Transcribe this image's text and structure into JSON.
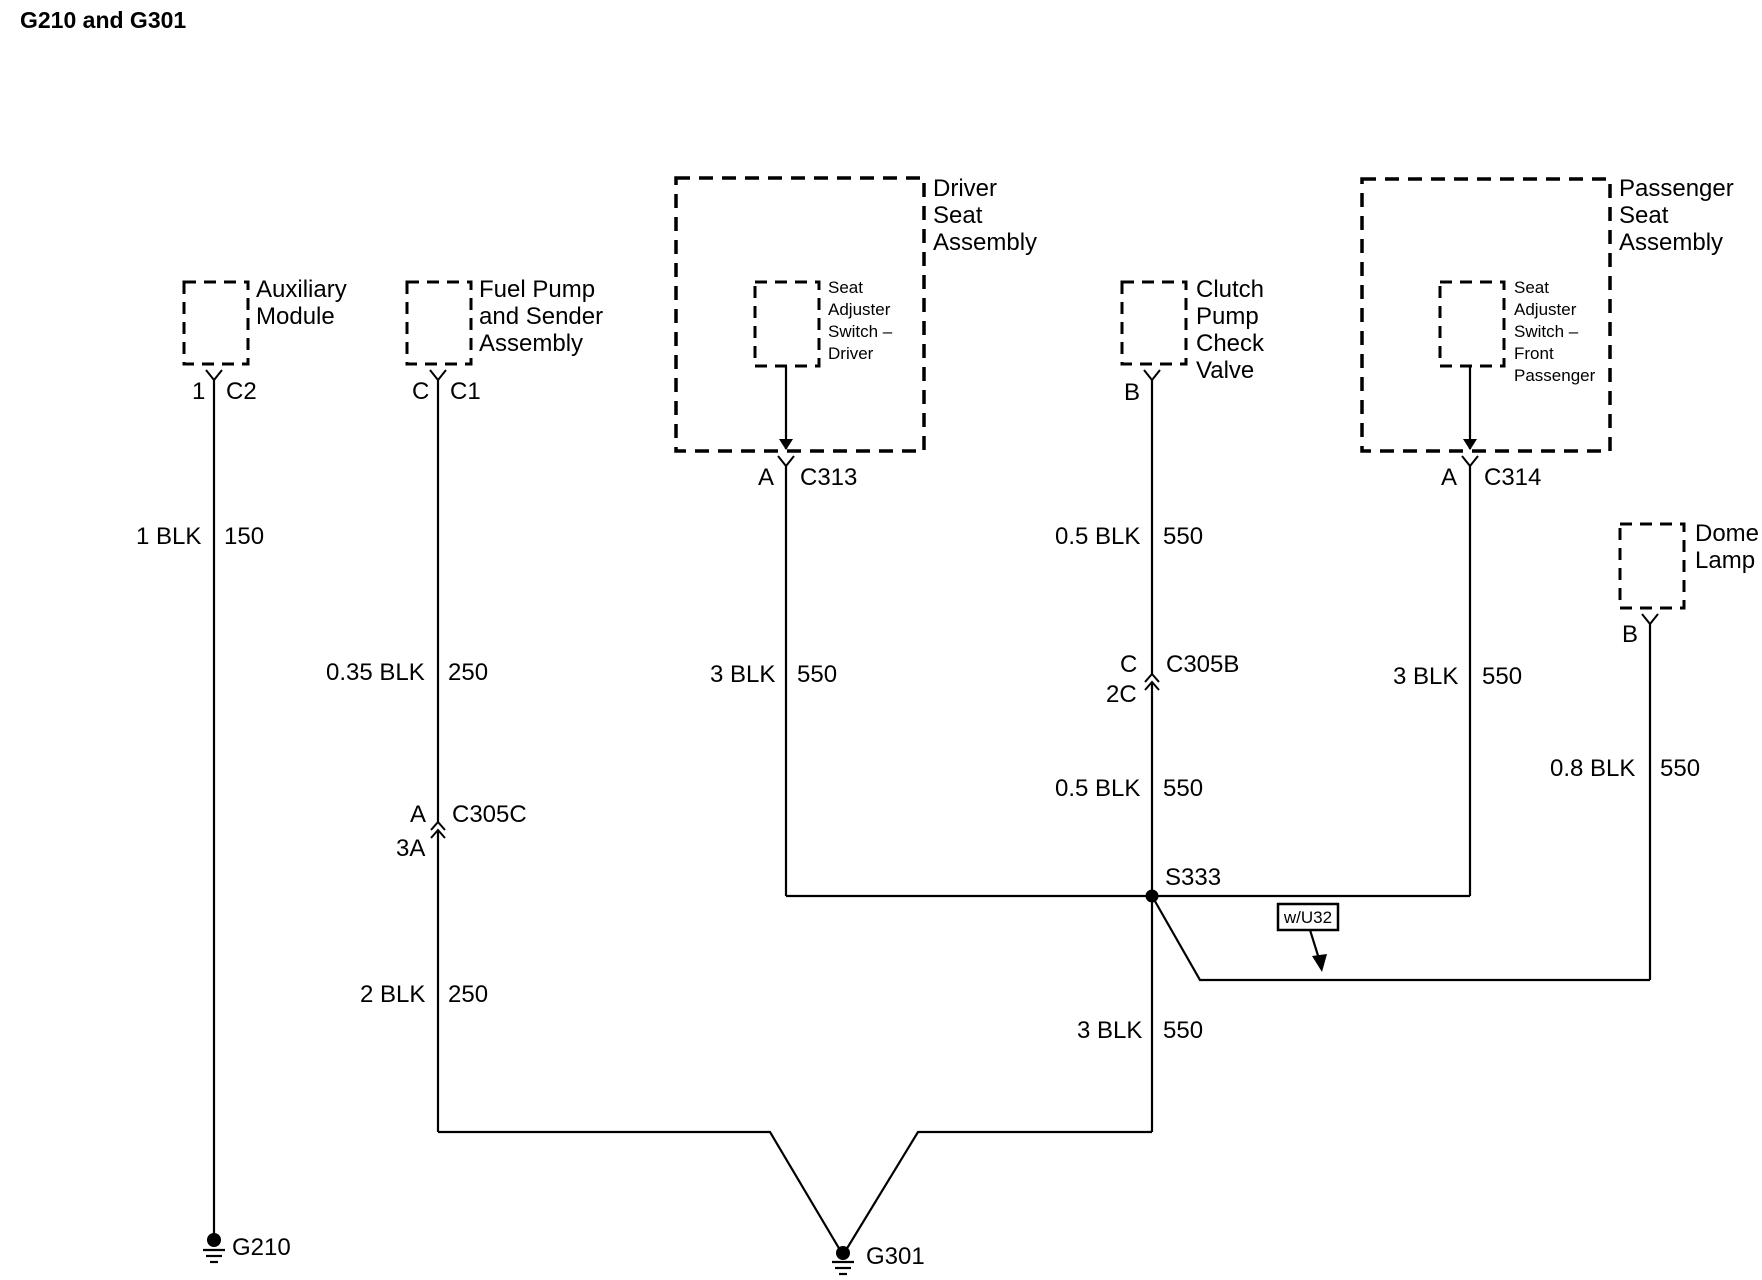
{
  "title": "G210 and G301",
  "components": {
    "auxiliary_module": [
      "Auxiliary",
      "Module"
    ],
    "fuel_pump": [
      "Fuel Pump",
      "and Sender",
      "Assembly"
    ],
    "driver_seat": [
      "Driver",
      "Seat",
      "Assembly"
    ],
    "driver_switch": [
      "Seat",
      "Adjuster",
      "Switch –",
      "Driver"
    ],
    "clutch_valve": [
      "Clutch",
      "Pump",
      "Check",
      "Valve"
    ],
    "passenger_seat": [
      "Passenger",
      "Seat",
      "Assembly"
    ],
    "passenger_switch": [
      "Seat",
      "Adjuster",
      "Switch –",
      "Front",
      "Passenger"
    ],
    "dome_lamp": [
      "Dome",
      "Lamp"
    ]
  },
  "connectors": {
    "aux_pin": "1",
    "aux_conn": "C2",
    "fuel_pin": "C",
    "fuel_conn": "C1",
    "c313_pin": "A",
    "c313": "C313",
    "clutch_pin": "B",
    "c314_pin": "A",
    "c314": "C314",
    "dome_pin": "B",
    "c305c_pin_top": "A",
    "c305c": "C305C",
    "c305c_pin_bottom": "3A",
    "c305b_pin_top": "C",
    "c305b": "C305B",
    "c305b_pin_bottom": "2C"
  },
  "wires": {
    "aux_wire": {
      "size_color": "1 BLK",
      "circuit": "150"
    },
    "fuel_wire_upper": {
      "size_color": "0.35 BLK",
      "circuit": "250"
    },
    "fuel_wire_lower": {
      "size_color": "2 BLK",
      "circuit": "250"
    },
    "driver_wire": {
      "size_color": "3 BLK",
      "circuit": "550"
    },
    "clutch_wire_upper": {
      "size_color": "0.5 BLK",
      "circuit": "550"
    },
    "clutch_wire_middle": {
      "size_color": "0.5 BLK",
      "circuit": "550"
    },
    "ground_wire": {
      "size_color": "3 BLK",
      "circuit": "550"
    },
    "passenger_wire": {
      "size_color": "3 BLK",
      "circuit": "550"
    },
    "dome_wire": {
      "size_color": "0.8 BLK",
      "circuit": "550"
    }
  },
  "splice": "S333",
  "option_tag": "w/U32",
  "grounds": {
    "g210": "G210",
    "g301": "G301"
  }
}
